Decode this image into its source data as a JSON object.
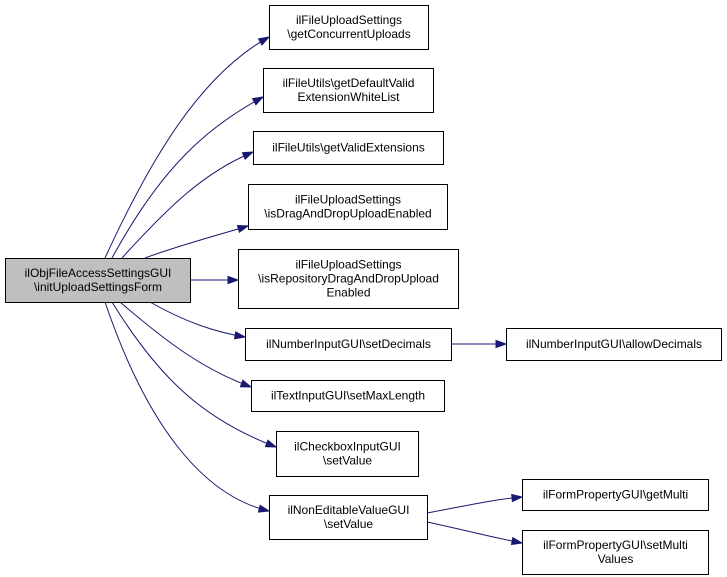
{
  "colors": {
    "root_fill": "#bfbfbf",
    "node_fill": "#ffffff",
    "border": "#000000",
    "edge": "#191970"
  },
  "nodes": [
    {
      "id": "root",
      "lines": [
        "ilObjFileAccessSettingsGUI",
        "\\initUploadSettingsForm"
      ],
      "root": true
    },
    {
      "id": "n1",
      "lines": [
        "ilFileUploadSettings",
        "\\getConcurrentUploads"
      ]
    },
    {
      "id": "n2",
      "lines": [
        "ilFileUtils\\getDefaultValid",
        "ExtensionWhiteList"
      ]
    },
    {
      "id": "n3",
      "lines": [
        "ilFileUtils\\getValidExtensions"
      ]
    },
    {
      "id": "n4",
      "lines": [
        "ilFileUploadSettings",
        "\\isDragAndDropUploadEnabled"
      ]
    },
    {
      "id": "n5",
      "lines": [
        "ilFileUploadSettings",
        "\\isRepositoryDragAndDropUpload",
        "Enabled"
      ]
    },
    {
      "id": "n6",
      "lines": [
        "ilNumberInputGUI\\setDecimals"
      ]
    },
    {
      "id": "n7",
      "lines": [
        "ilNumberInputGUI\\allowDecimals"
      ]
    },
    {
      "id": "n8",
      "lines": [
        "ilTextInputGUI\\setMaxLength"
      ]
    },
    {
      "id": "n9",
      "lines": [
        "ilCheckboxInputGUI",
        "\\setValue"
      ]
    },
    {
      "id": "n10",
      "lines": [
        "ilNonEditableValueGUI",
        "\\setValue"
      ]
    },
    {
      "id": "n11",
      "lines": [
        "ilFormPropertyGUI\\getMulti"
      ]
    },
    {
      "id": "n12",
      "lines": [
        "ilFormPropertyGUI\\setMulti",
        "Values"
      ]
    }
  ],
  "edges": [
    {
      "from": "root",
      "to": "n1"
    },
    {
      "from": "root",
      "to": "n2"
    },
    {
      "from": "root",
      "to": "n3"
    },
    {
      "from": "root",
      "to": "n4"
    },
    {
      "from": "root",
      "to": "n5"
    },
    {
      "from": "root",
      "to": "n6"
    },
    {
      "from": "root",
      "to": "n8"
    },
    {
      "from": "root",
      "to": "n9"
    },
    {
      "from": "root",
      "to": "n10"
    },
    {
      "from": "n6",
      "to": "n7"
    },
    {
      "from": "n10",
      "to": "n11"
    },
    {
      "from": "n10",
      "to": "n12"
    }
  ]
}
